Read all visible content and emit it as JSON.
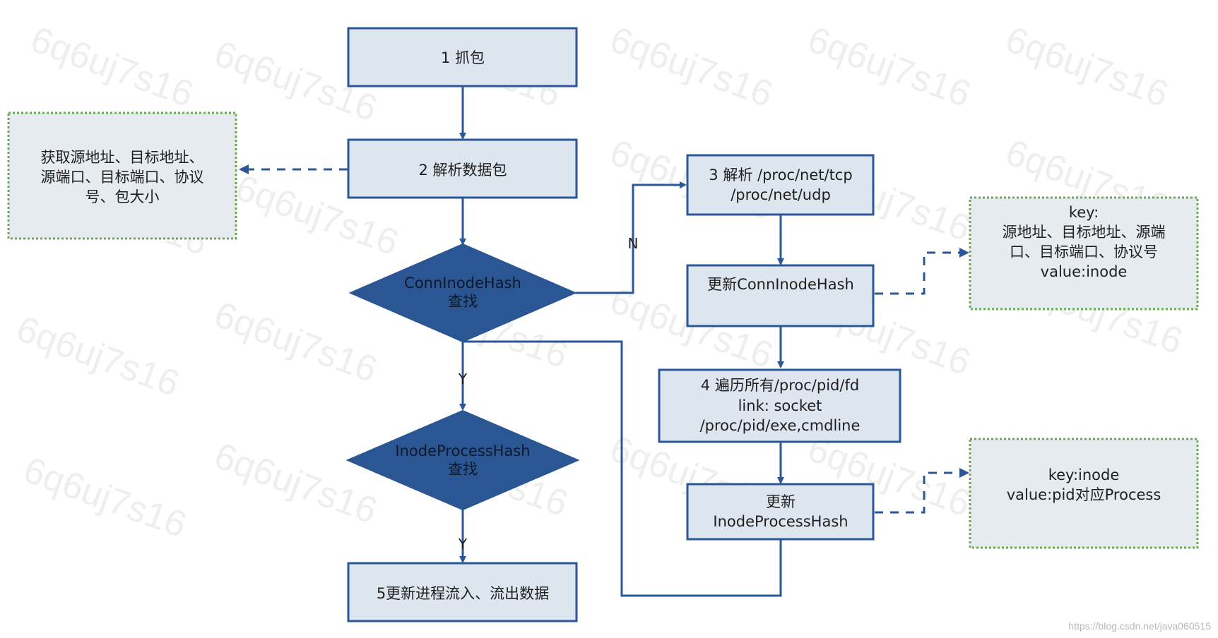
{
  "colors": {
    "node_fill": "#dde6ef",
    "node_stroke": "#2b5797",
    "decision_fill": "#2a5794",
    "note_fill": "#e6ebf0",
    "note_stroke": "#6aa84f",
    "edge": "#2b5797"
  },
  "nodes": {
    "capture": {
      "lines": [
        "1 抓包"
      ]
    },
    "parse": {
      "lines": [
        "2 解析数据包"
      ]
    },
    "parse_note": {
      "lines": [
        "获取源地址、目标地址、",
        "源端口、目标端口、协议",
        "号、包大小"
      ]
    },
    "conn_lookup": {
      "lines": [
        "ConnInodeHash",
        "查找"
      ]
    },
    "inode_lookup": {
      "lines": [
        "InodeProcessHash",
        "查找"
      ]
    },
    "update_traffic": {
      "lines": [
        "5更新进程流入、流出数据"
      ]
    },
    "parse_proc": {
      "lines": [
        "3 解析 /proc/net/tcp",
        "/proc/net/udp"
      ]
    },
    "update_conn": {
      "lines": [
        "更新ConnInodeHash"
      ]
    },
    "conn_note": {
      "lines": [
        "key:",
        "源地址、目标地址、源端",
        "口、目标端口、协议号",
        "value:inode"
      ]
    },
    "walk_proc": {
      "lines": [
        "4 遍历所有/proc/pid/fd",
        "link: socket",
        "/proc/pid/exe,cmdline"
      ]
    },
    "update_inode": {
      "lines": [
        "更新",
        "InodeProcessHash"
      ]
    },
    "inode_note": {
      "lines": [
        "key:inode",
        "value:pid对应Process"
      ]
    }
  },
  "edge_labels": {
    "conn_no": "N",
    "conn_yes": "Y",
    "inode_yes": "Y"
  },
  "watermark": {
    "text": "6q6uj7s16",
    "url": "https://blog.csdn.net/java060515"
  }
}
